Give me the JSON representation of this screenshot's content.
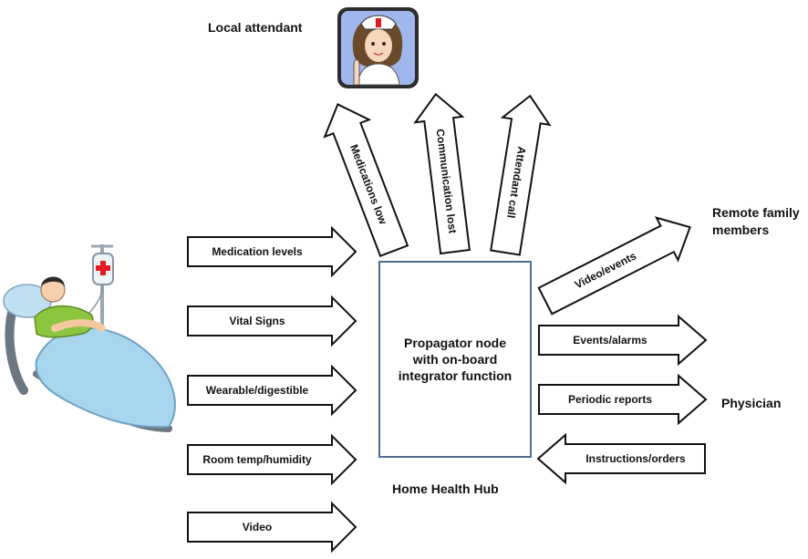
{
  "actors": {
    "local_attendant": "Local attendant",
    "remote_family": "Remote family\nmembers",
    "physician": "Physician"
  },
  "hub": {
    "box_text": "Propagator node\nwith on-board\nintegrator function",
    "caption": "Home Health Hub"
  },
  "sensor_inputs": [
    "Medication levels",
    "Vital Signs",
    "Wearable/digestible",
    "Room temp/humidity",
    "Video"
  ],
  "attendant_alerts": [
    "Medications low",
    "Communication lost",
    "Attendant call"
  ],
  "family_link": "Video/events",
  "physician_links": [
    "Events/alarms",
    "Periodic reports",
    "Instructions/orders"
  ]
}
